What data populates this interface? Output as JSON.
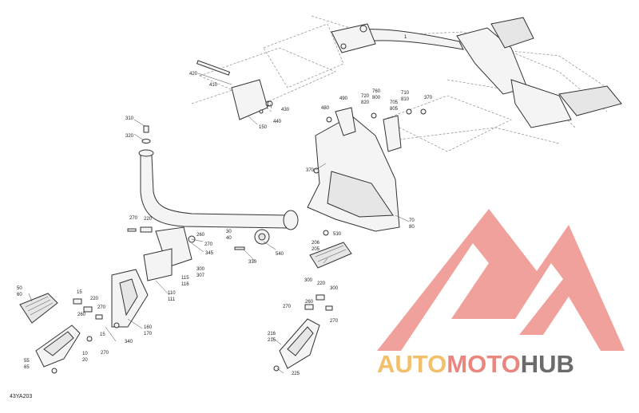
{
  "diagram": {
    "code": "43YA203",
    "callouts": [
      {
        "id": "c420",
        "text": "420"
      },
      {
        "id": "c410",
        "text": "410"
      },
      {
        "id": "c430",
        "text": "430"
      },
      {
        "id": "c440",
        "text": "440"
      },
      {
        "id": "c150",
        "text": "150"
      },
      {
        "id": "c310",
        "text": "310"
      },
      {
        "id": "c320",
        "text": "320"
      },
      {
        "id": "c480",
        "text": "480"
      },
      {
        "id": "c490",
        "text": "490"
      },
      {
        "id": "c720",
        "text": "720"
      },
      {
        "id": "c820",
        "text": "820"
      },
      {
        "id": "c760",
        "text": "760"
      },
      {
        "id": "c800",
        "text": "800"
      },
      {
        "id": "c705",
        "text": "705"
      },
      {
        "id": "c805",
        "text": "805"
      },
      {
        "id": "c710",
        "text": "710"
      },
      {
        "id": "c810",
        "text": "810"
      },
      {
        "id": "c370a",
        "text": "370"
      },
      {
        "id": "c370b",
        "text": "370"
      },
      {
        "id": "c1",
        "text": "1"
      },
      {
        "id": "c30",
        "text": "30"
      },
      {
        "id": "c40",
        "text": "40"
      },
      {
        "id": "c540",
        "text": "540"
      },
      {
        "id": "c530",
        "text": "530"
      },
      {
        "id": "c70",
        "text": "70"
      },
      {
        "id": "c80",
        "text": "80"
      },
      {
        "id": "c270a",
        "text": "270"
      },
      {
        "id": "c220a",
        "text": "220"
      },
      {
        "id": "c260a",
        "text": "260"
      },
      {
        "id": "c270b",
        "text": "270"
      },
      {
        "id": "c345",
        "text": "345"
      },
      {
        "id": "c330",
        "text": "330"
      },
      {
        "id": "c300",
        "text": "300"
      },
      {
        "id": "c307",
        "text": "307"
      },
      {
        "id": "c115",
        "text": "115"
      },
      {
        "id": "c116",
        "text": "116"
      },
      {
        "id": "c110",
        "text": "110"
      },
      {
        "id": "c111",
        "text": "111"
      },
      {
        "id": "c50",
        "text": "50"
      },
      {
        "id": "c60",
        "text": "60"
      },
      {
        "id": "c15a",
        "text": "15"
      },
      {
        "id": "c220b",
        "text": "220"
      },
      {
        "id": "c270c",
        "text": "270"
      },
      {
        "id": "c260b",
        "text": "260"
      },
      {
        "id": "c15b",
        "text": "15"
      },
      {
        "id": "c10",
        "text": "10"
      },
      {
        "id": "c20",
        "text": "20"
      },
      {
        "id": "c270d",
        "text": "270"
      },
      {
        "id": "c340",
        "text": "340"
      },
      {
        "id": "c160",
        "text": "160"
      },
      {
        "id": "c170",
        "text": "170"
      },
      {
        "id": "c55",
        "text": "55"
      },
      {
        "id": "c65",
        "text": "65"
      },
      {
        "id": "c206",
        "text": "206"
      },
      {
        "id": "c205",
        "text": "205"
      },
      {
        "id": "c300b",
        "text": "300"
      },
      {
        "id": "c220c",
        "text": "220"
      },
      {
        "id": "c300c",
        "text": "300"
      },
      {
        "id": "c270e",
        "text": "270"
      },
      {
        "id": "c260c",
        "text": "260"
      },
      {
        "id": "c270f",
        "text": "270"
      },
      {
        "id": "c216",
        "text": "216"
      },
      {
        "id": "c215",
        "text": "215"
      },
      {
        "id": "c225",
        "text": "225"
      }
    ]
  },
  "watermark": {
    "part1": "AUTO",
    "part2": "MOTO",
    "part3": "HUB",
    "color_auto": "#f2bf6a",
    "color_moto": "#e9867e",
    "color_hub": "#6b6b6b",
    "logo_color": "#ee9089"
  }
}
